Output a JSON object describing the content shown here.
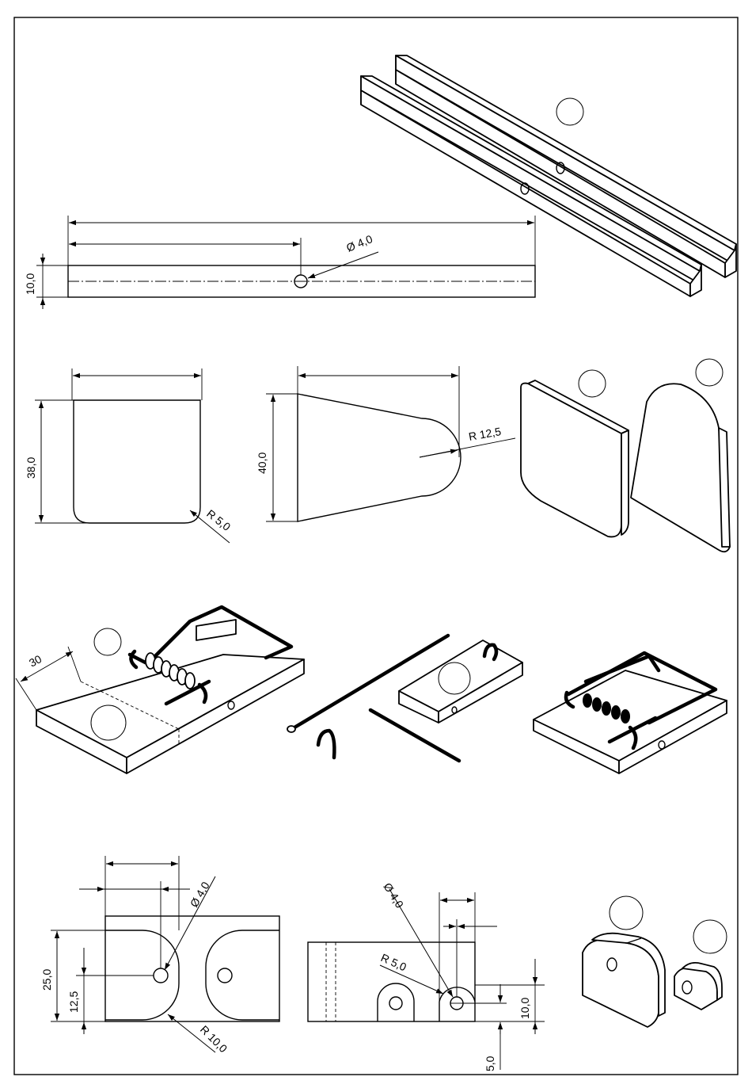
{
  "labels": {
    "rail_hole": "Ø 4,0",
    "rail_height": "10,0",
    "plate_height": "38,0",
    "plate_radius": "R 5,0",
    "lever_height": "40,0",
    "lever_radius": "R 12,5",
    "trap_offset": "30",
    "block_hole": "Ø 4,0",
    "block_height": "25,0",
    "block_center": "12,5",
    "block_radius": "R 10,0",
    "bracket_hole": "Ø 4,0",
    "bracket_radius": "R 5,0",
    "bracket_height": "10,0",
    "bracket_offset": "5,0"
  }
}
